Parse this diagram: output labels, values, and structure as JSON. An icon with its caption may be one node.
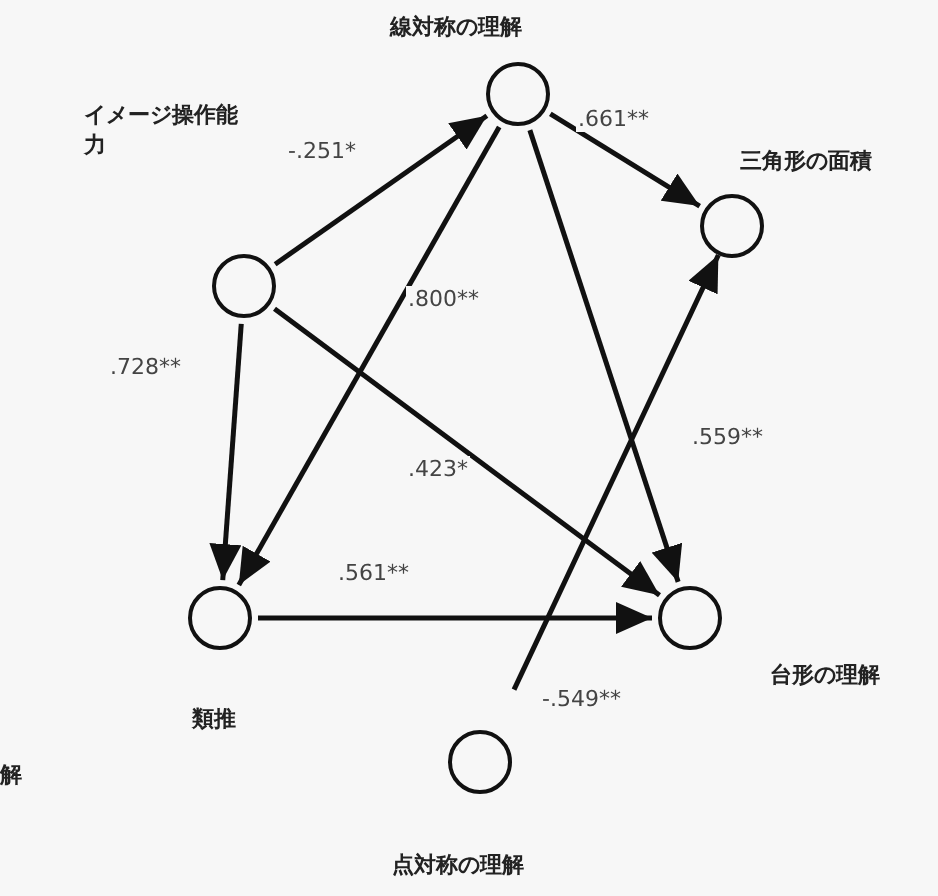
{
  "diagram": {
    "nodes": [
      {
        "text": [
          "イメージ操作能力"
        ]
      },
      {
        "text": [
          "線対称の理解"
        ]
      },
      {
        "text": [
          "三角形の面積"
        ]
      },
      {
        "text": [
          "類推"
        ]
      },
      {
        "text": [
          "台形の理解"
        ]
      },
      {
        "text": [
          "点対称の理解"
        ]
      }
    ],
    "edges": [
      {
        "from": 0,
        "to": 1,
        "arrow": "to",
        "label": "-.251*"
      },
      {
        "from": 1,
        "to": 2,
        "arrow": "to",
        "label": ".661**"
      },
      {
        "from": 0,
        "to": 3,
        "arrow": "to",
        "label": ".728**"
      },
      {
        "from": 1,
        "to": 3,
        "arrow": "to",
        "label": ".800**"
      },
      {
        "from": 0,
        "to": 4,
        "arrow": "to",
        "label": ".423*"
      },
      {
        "from": 1,
        "to": 4,
        "arrow": "to",
        "label": ".559**"
      },
      {
        "from": 3,
        "to": 4,
        "arrow": "to",
        "label": ".561**"
      },
      {
        "from": 5,
        "to": 2,
        "arrow": "to",
        "label": "-.549**"
      }
    ],
    "labels": [
      "解"
    ]
  }
}
